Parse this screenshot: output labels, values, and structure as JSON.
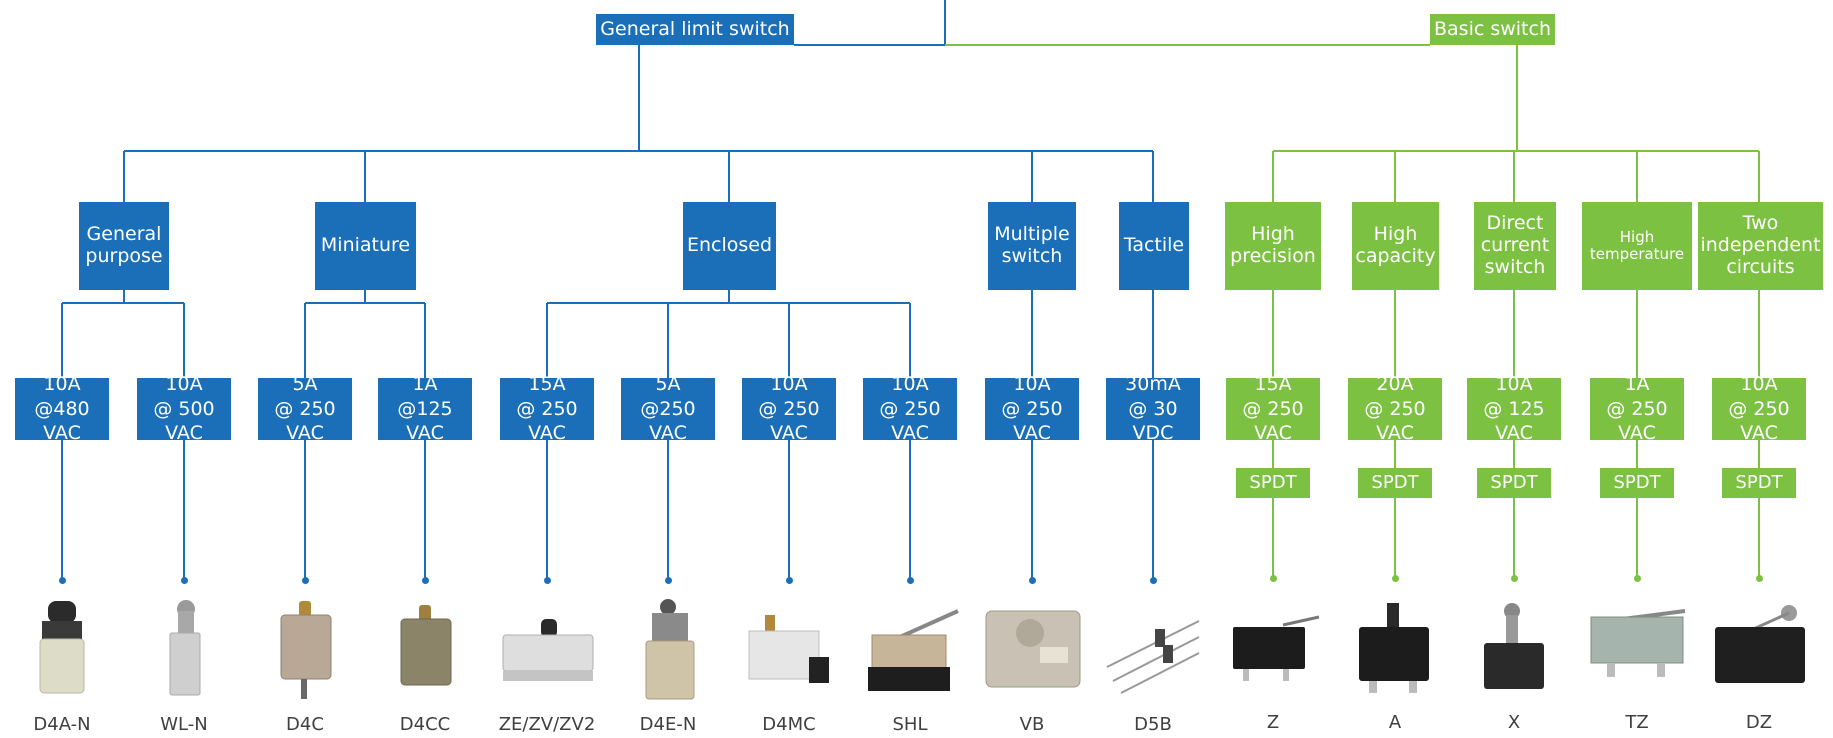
{
  "colors": {
    "general": "#1a6fb8",
    "basic": "#7dc142",
    "label_text": "#404040"
  },
  "roots": {
    "general": "General limit switch",
    "basic": "Basic switch"
  },
  "categories": {
    "general_purpose": "General\npurpose",
    "miniature": "Miniature",
    "enclosed": "Enclosed",
    "multiple_switch": "Multiple\nswitch",
    "tactile": "Tactile",
    "high_precision": "High\nprecision",
    "high_capacity": "High\ncapacity",
    "direct_current_switch": "Direct\ncurrent\nswitch",
    "high_temperature": "High\ntemperature",
    "two_independent_circuits": "Two\nindependent\ncircuits"
  },
  "ratings": [
    "10A\n@480 VAC",
    "10A\n@ 500 VAC",
    "5A\n@ 250 VAC",
    "1A\n@125 VAC",
    "15A\n@ 250 VAC",
    "5A\n@250 VAC",
    "10A\n@ 250 VAC",
    "10A\n@ 250 VAC",
    "10A\n@ 250 VAC",
    "30mA\n@ 30 VDC",
    "15A\n@ 250 VAC",
    "20A\n@ 250 VAC",
    "10A\n@ 125 VAC",
    "1A\n@ 250 VAC",
    "10A\n@ 250 VAC"
  ],
  "contact_form": [
    "SPDT",
    "SPDT",
    "SPDT",
    "SPDT",
    "SPDT"
  ],
  "models": [
    "D4A-N",
    "WL-N",
    "D4C",
    "D4CC",
    "ZE/ZV/ZV2",
    "D4E-N",
    "D4MC",
    "SHL",
    "VB",
    "D5B",
    "Z",
    "A",
    "X",
    "TZ",
    "DZ"
  ]
}
